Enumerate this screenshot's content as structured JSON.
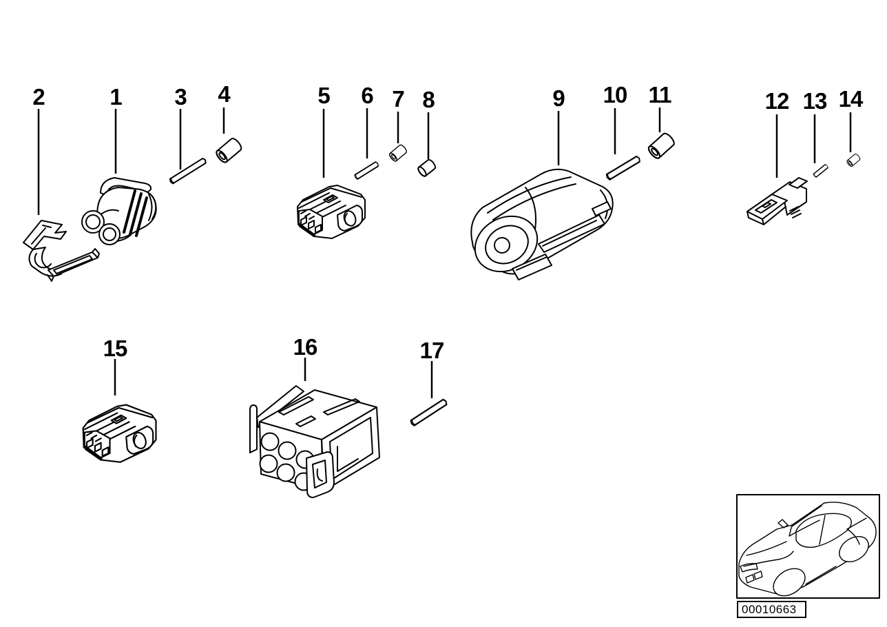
{
  "diagram": {
    "code": "00010663",
    "part_labels": [
      "2",
      "1",
      "3",
      "4",
      "5",
      "6",
      "7",
      "8",
      "9",
      "10",
      "11",
      "12",
      "13",
      "14",
      "15",
      "16",
      "17"
    ]
  }
}
